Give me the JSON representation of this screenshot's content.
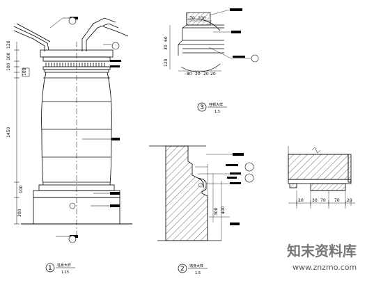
{
  "watermark": {
    "brand_cn": "知末资料库",
    "url": "www.znzmo.com"
  },
  "views": [
    {
      "id": "1",
      "caption": "柱身大样",
      "scale": "1:15",
      "vertical_dimensions": [
        "120",
        "100",
        "100",
        "100",
        "1450",
        "100",
        "300"
      ]
    },
    {
      "id": "2",
      "caption": "墙身大样",
      "scale": "1:5",
      "vertical_dimensions": [
        "300",
        "400"
      ]
    },
    {
      "id": "3",
      "caption": "柱帽大样",
      "scale": "1:5",
      "vertical_dimensions": [
        "60",
        "30",
        "120"
      ],
      "horizontal_dimensions": [
        "70",
        "100",
        "80",
        "20",
        "20",
        "20"
      ]
    },
    {
      "id": "4",
      "horizontal_dimensions": [
        "20",
        "30",
        "70",
        "70",
        "20"
      ]
    }
  ]
}
